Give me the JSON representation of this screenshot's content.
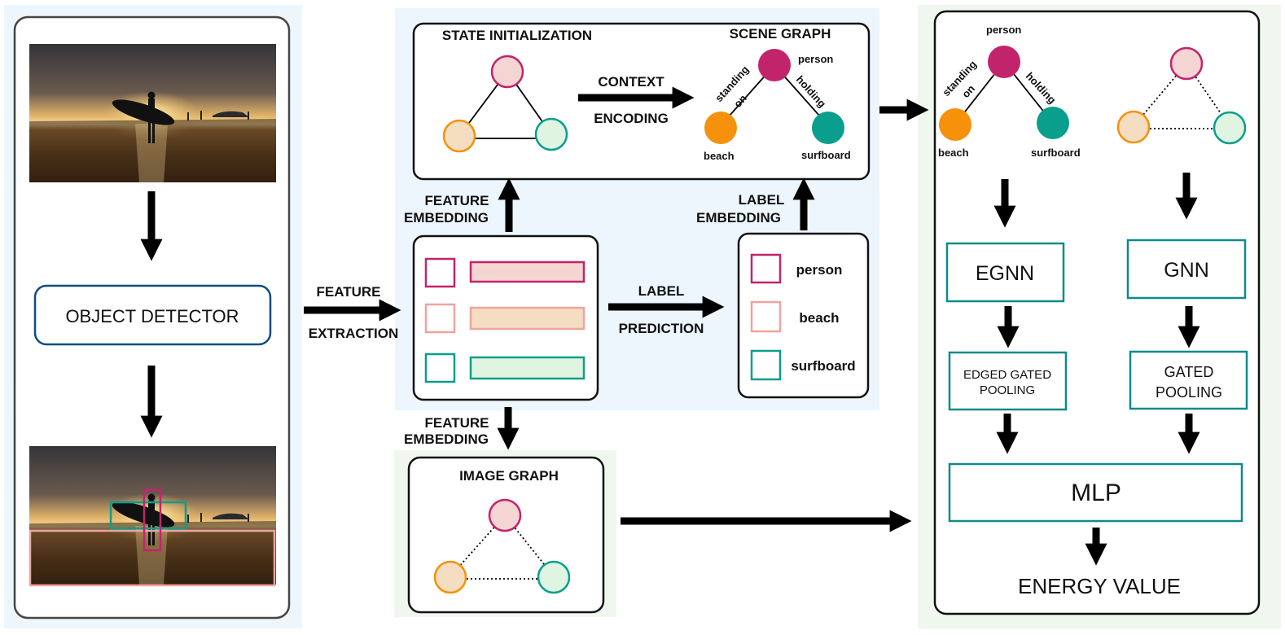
{
  "colors": {
    "panel_blue": "#eef6fd",
    "panel_green": "#eff7ee",
    "detector_border": "#0f4c81",
    "teal_border": "#108a8a",
    "person": "#c2246b",
    "person_light": "#f5d4d4",
    "beach": "#f5910a",
    "beach_light": "#f4ddc0",
    "surfboard": "#0a9e8c",
    "surfboard_light": "#dff5e2",
    "pink_box": "#f0a3a0"
  },
  "left_panel": {
    "object_detector": "OBJECT DETECTOR"
  },
  "flow": {
    "feature_extraction": [
      "FEATURE",
      "EXTRACTION"
    ],
    "label_prediction": [
      "LABEL",
      "PREDICTION"
    ],
    "feature_embedding_up": [
      "FEATURE",
      "EMBEDDING"
    ],
    "label_embedding_up": [
      "LABEL",
      "EMBEDDING"
    ],
    "feature_embedding_down": [
      "FEATURE",
      "EMBEDDING"
    ],
    "context_encoding": [
      "CONTEXT",
      "ENCODING"
    ]
  },
  "top_box": {
    "state_initialization": "STATE INITIALIZATION",
    "scene_graph": "SCENE GRAPH"
  },
  "scene_graph": {
    "nodes": {
      "person": "person",
      "beach": "beach",
      "surfboard": "surfboard"
    },
    "edges": {
      "standing": "standing",
      "on": "on",
      "holding": "holding"
    }
  },
  "labels_box": {
    "items": [
      "person",
      "beach",
      "surfboard"
    ]
  },
  "image_graph": {
    "title": "IMAGE GRAPH"
  },
  "right_panel": {
    "egnn": "EGNN",
    "gnn": "GNN",
    "edged_gated_pooling": [
      "EDGED GATED",
      "POOLING"
    ],
    "gated_pooling": [
      "GATED",
      "POOLING"
    ],
    "mlp": "MLP",
    "energy_value": "ENERGY VALUE"
  }
}
